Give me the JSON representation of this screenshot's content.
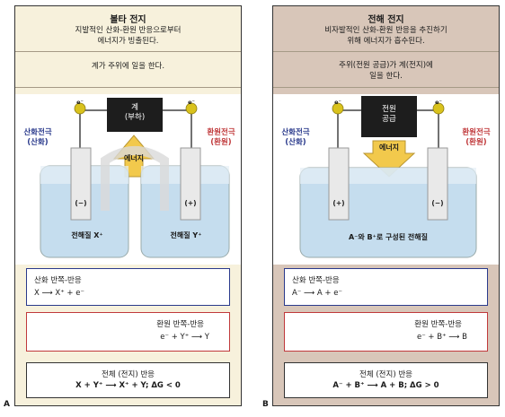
{
  "panel_a": {
    "title": "볼타 전지",
    "description": "지발적인 산화-환원 반응으로부터\n에너지가 빙출된다.",
    "note": "계가 주위에 일을 한다.",
    "load_label": "계\n(부하)",
    "energy_label": "에너지",
    "anode_label": "산화전극\n(산화)",
    "cathode_label": "환원전극\n(환원)",
    "left_electrode_sign": "(−)",
    "right_electrode_sign": "(+)",
    "left_solution": "전해질   X⁺",
    "right_solution": "전해질   Y⁺",
    "oxidation_title": "산화 반쪽-반응",
    "oxidation_equation": "X ⟶ X⁺ + e⁻",
    "reduction_title": "환원 반쪽-반응",
    "reduction_equation": "e⁻ + Y⁺ ⟶ Y",
    "overall_title": "전체 (전지) 반응",
    "overall_equation": "X + Y⁺ ⟶ X⁺ + Y; ΔG < 0",
    "corner": "A"
  },
  "panel_b": {
    "title": "전해 전지",
    "description": "비자발적인 산화-환원 반응을 추진하기\n위해 에너지가 흡수된다.",
    "note": "주위(전원 공급)가 계(전지)에\n일을 한다.",
    "supply_label": "전원\n공급",
    "energy_label": "에너지",
    "anode_label": "산화전극\n(산화)",
    "cathode_label": "환원전극\n(환원)",
    "left_electrode_sign": "(+)",
    "right_electrode_sign": "(−)",
    "solution": "A⁻와 B⁺로 구성된 전해질",
    "oxidation_title": "산화 반쪽-반응",
    "oxidation_equation": "A⁻ ⟶ A + e⁻",
    "reduction_title": "환원 반쪽-반응",
    "reduction_equation": "e⁻ + B⁺ ⟶ B",
    "overall_title": "전체 (전지) 반응",
    "overall_equation": "A⁻ + B⁺ ⟶ A + B; ΔG > 0",
    "corner": "B"
  },
  "electron_symbol": "e⁻",
  "colors": {
    "anode": "#2a3a8c",
    "cathode": "#c0393b",
    "energy": "#f2c94c"
  }
}
